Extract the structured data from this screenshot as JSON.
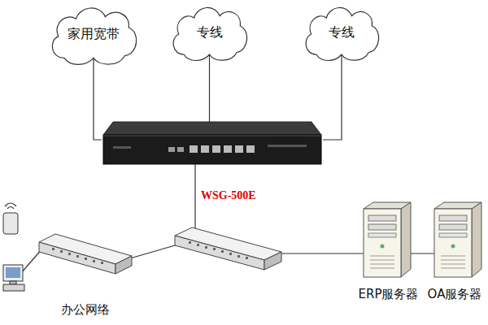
{
  "diagram": {
    "nodes": [
      {
        "text": [
          "家用宽带"
        ]
      },
      {
        "text": [
          "专线"
        ]
      },
      {
        "text": [
          "专线"
        ]
      },
      {
        "text": [
          "WSG-500E"
        ]
      },
      {
        "text": [
          "办公网络"
        ]
      },
      {
        "text": [
          "ERP服务器"
        ]
      },
      {
        "text": [
          "OA服务器"
        ]
      }
    ],
    "edges": [
      {
        "from": 0,
        "to": 3,
        "arrow": "none"
      },
      {
        "from": 1,
        "to": 3,
        "arrow": "none"
      },
      {
        "from": 2,
        "to": 3,
        "arrow": "none"
      }
    ]
  }
}
